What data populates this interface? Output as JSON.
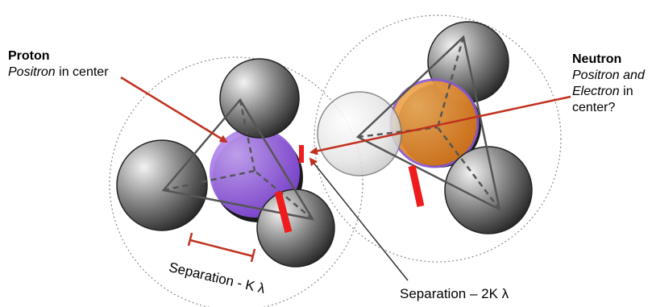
{
  "proton": {
    "title": "Proton",
    "subtitle_italic": "Positron",
    "subtitle_rest": " in center"
  },
  "neutron": {
    "title": "Neutron",
    "line1_italic": "Positron and",
    "line2_italic": "Electron",
    "line2_rest": " in",
    "line3": "center?"
  },
  "separation_k": "Separation - K λ",
  "separation_2k": "Separation – 2K λ",
  "colors": {
    "arrow": "#c0311f",
    "marker": "#ee1c1c",
    "positron": "#9b6ee0",
    "neutron_core": "#e08a2e",
    "sphere_dark": "#2a2a2a",
    "dotted": "#8a8a8a"
  }
}
